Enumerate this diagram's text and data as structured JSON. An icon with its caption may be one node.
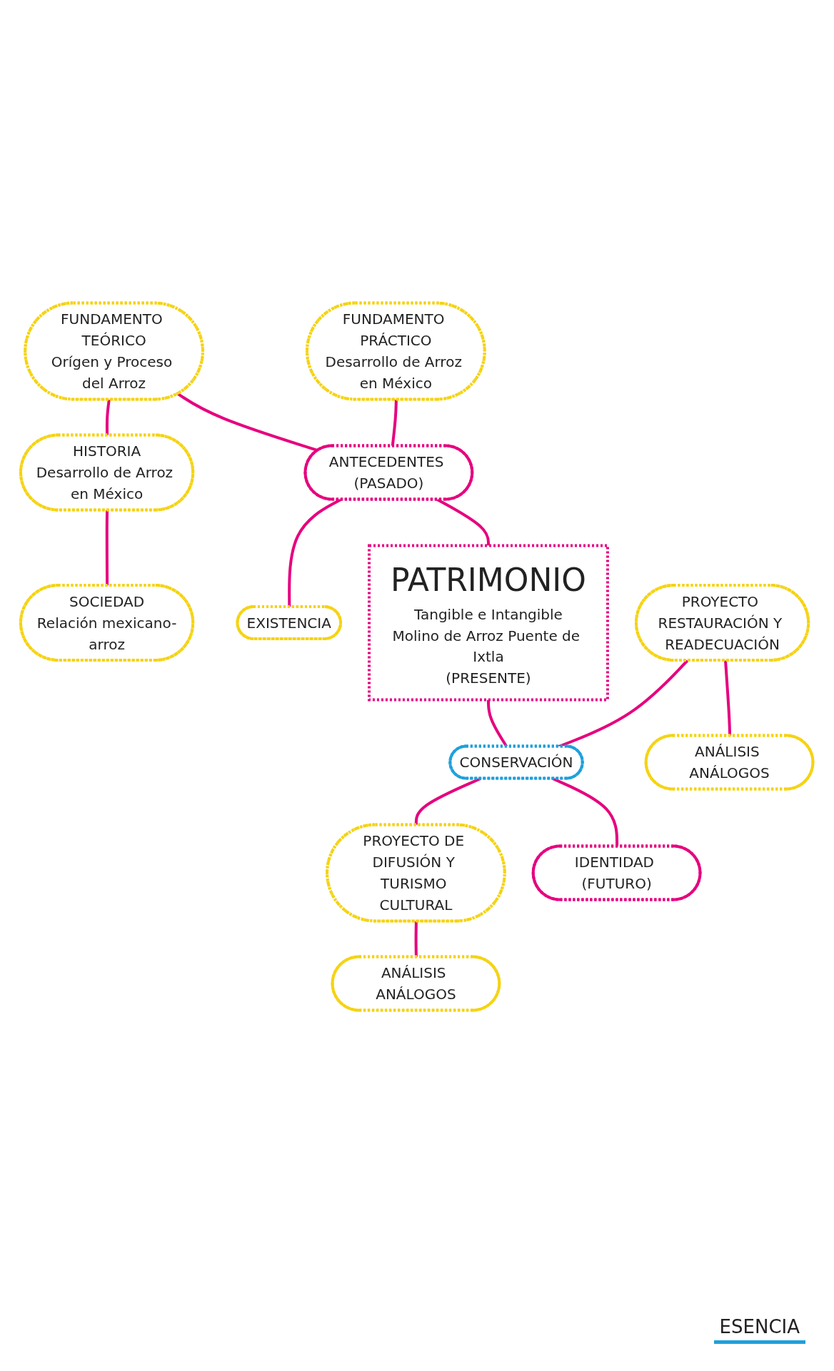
{
  "diagram": {
    "nodes": [
      {
        "text": [
          "FUNDAMENTO TEÓRICO",
          "Orígen y Proceso del Arroz"
        ]
      },
      {
        "text": [
          "FUNDAMENTO PRÁCTICO",
          "Desarrollo de Arroz en México"
        ]
      },
      {
        "text": [
          "HISTORIA",
          "Desarrollo de Arroz en México"
        ]
      },
      {
        "text": [
          "ANTECEDENTES (PASADO)"
        ]
      },
      {
        "text": [
          "SOCIEDAD",
          "Relación mexicano-arroz"
        ]
      },
      {
        "text": [
          "EXISTENCIA"
        ]
      },
      {
        "text": [
          "PATRIMONIO",
          "Tangible e Intangible",
          "Molino de Arroz Puente de Ixtla",
          "(PRESENTE)"
        ]
      },
      {
        "text": [
          "PROYECTO RESTAURACIÓN Y READECUACIÓN"
        ]
      },
      {
        "text": [
          "CONSERVACIÓN"
        ]
      },
      {
        "text": [
          "PROYECTO DE DIFUSIÓN Y TURISMO CULTURAL"
        ]
      },
      {
        "text": [
          "ANÁLISIS ANÁLOGOS"
        ]
      },
      {
        "text": [
          "ANÁLISIS ANÁLOGOS"
        ]
      },
      {
        "text": [
          "IDENTIDAD (FUTURO)"
        ]
      }
    ],
    "edges": [
      {
        "from": 0,
        "to": 3,
        "arrow": "none"
      },
      {
        "from": 1,
        "to": 3,
        "arrow": "none"
      },
      {
        "from": 0,
        "to": 2,
        "arrow": "none"
      },
      {
        "from": 2,
        "to": 4,
        "arrow": "none"
      },
      {
        "from": 3,
        "to": 5,
        "arrow": "none"
      },
      {
        "from": 3,
        "to": 6,
        "arrow": "none"
      },
      {
        "from": 6,
        "to": 8,
        "arrow": "none"
      },
      {
        "from": 7,
        "to": 8,
        "arrow": "none"
      },
      {
        "from": 8,
        "to": 9,
        "arrow": "none"
      },
      {
        "from": 7,
        "to": 10,
        "arrow": "none"
      },
      {
        "from": 9,
        "to": 11,
        "arrow": "none"
      },
      {
        "from": 8,
        "to": 12,
        "arrow": "none"
      }
    ],
    "labels": [
      "ESENCIA"
    ]
  }
}
